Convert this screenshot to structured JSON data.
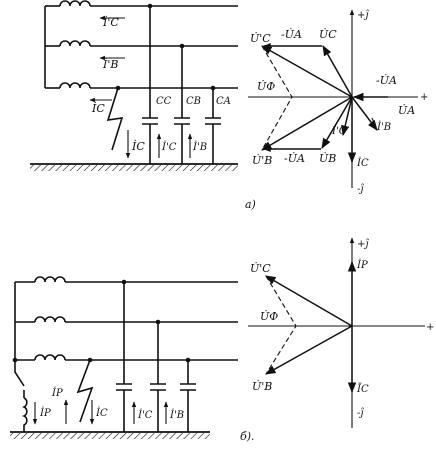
{
  "figure_a": {
    "circuit": {
      "current_c_prime": "İ'C",
      "current_b_prime": "İ'B",
      "current_c_line": "İC",
      "current_c_fault": "İC",
      "current_c_prime_bottom": "İ'C",
      "current_b_prime_bottom": "İ'B",
      "cap_c": "CC",
      "cap_b": "CB",
      "cap_a": "CA"
    },
    "phasor": {
      "axis_plus_j": "+ĵ",
      "axis_minus_j": "-ĵ",
      "axis_plus": "+",
      "u_c_prime": "U̇'C",
      "minus_u_a_top": "-U̇A",
      "u_c": "U̇C",
      "minus_u_a_right": "-U̇A",
      "u_phi": "U̇Φ",
      "u_a": "U̇A",
      "u_b_prime": "U̇'B",
      "minus_u_a_bottom": "-U̇A",
      "u_b": "U̇B",
      "i_c_prime": "İ'C",
      "i_b_prime": "İ'B",
      "i_c": "İC"
    },
    "caption": "a)"
  },
  "figure_b": {
    "circuit": {
      "current_p": "İP",
      "current_p_fault": "İP",
      "current_c_fault": "İC",
      "current_c_prime": "İ'C",
      "current_b_prime": "İ'B"
    },
    "phasor": {
      "axis_plus_j": "+ĵ",
      "axis_minus_j": "-ĵ",
      "axis_plus": "+",
      "i_p": "İP",
      "u_c_prime": "U̇'C",
      "u_phi": "U̇Φ",
      "u_b_prime": "U̇'B",
      "i_c": "ĪC"
    },
    "caption": "б)."
  }
}
